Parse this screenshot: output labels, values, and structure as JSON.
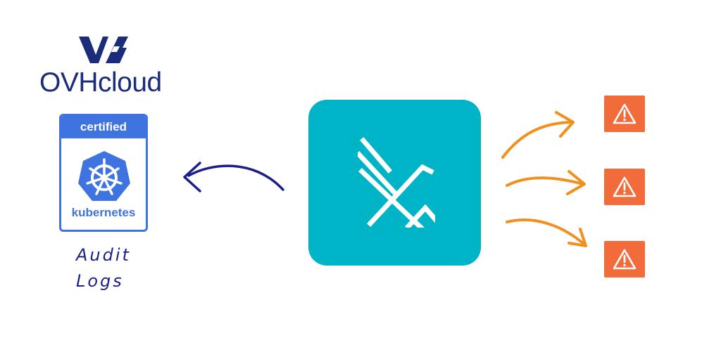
{
  "ovh": {
    "brand_text": "OVHcloud",
    "icon": "ovhcloud-logo-icon",
    "color": "#1a2c7a"
  },
  "badge": {
    "header": "certified",
    "footer": "kubernetes",
    "icon": "kubernetes-helm-icon",
    "color": "#3f73e0"
  },
  "caption": {
    "line1": "Audit",
    "line2": "Logs",
    "color": "#1a1f8a"
  },
  "center": {
    "icon": "falco-bird-icon",
    "color": "#00b4c8"
  },
  "alerts": [
    {
      "icon": "warning-icon"
    },
    {
      "icon": "warning-icon"
    },
    {
      "icon": "warning-icon"
    }
  ],
  "colors": {
    "arrow_left": "#1a1f8a",
    "arrow_right": "#f0901e",
    "alert_bg": "#f26b3a"
  }
}
